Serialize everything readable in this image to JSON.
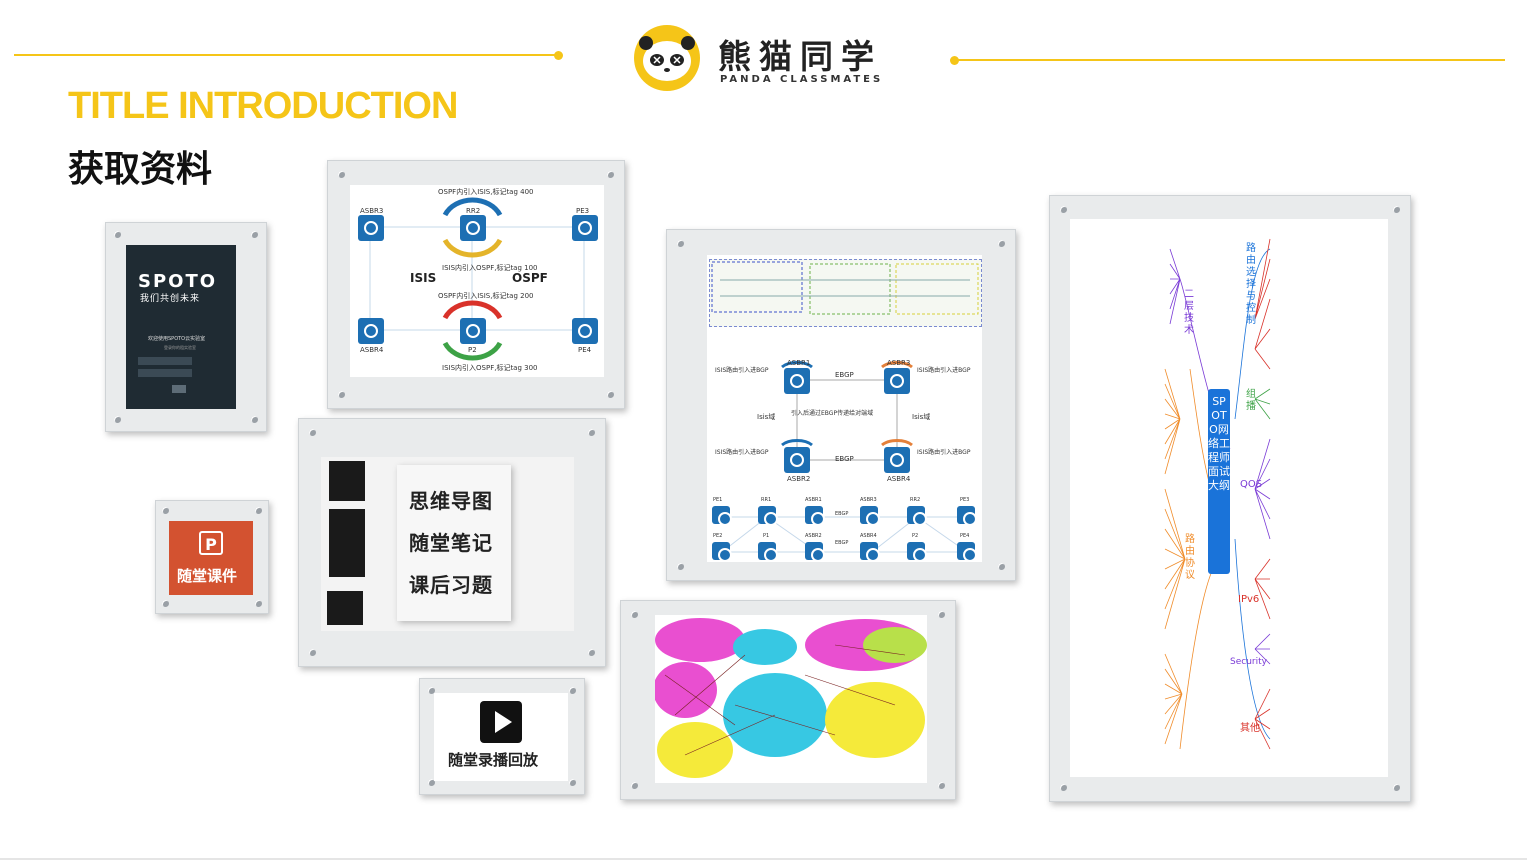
{
  "header": {
    "brand_cn": "熊猫同学",
    "brand_en": "PANDA CLASSMATES",
    "title_en": "TITLE INTRODUCTION",
    "title_cn": "获取资料"
  },
  "colors": {
    "accent": "#f5c518",
    "node_blue": "#1d6fb3",
    "ppt_orange": "#d35230",
    "mindmap_blue": "#1a73d9"
  },
  "spoto_panel": {
    "logo": "SPOTO",
    "slogan": "我们共创未来",
    "welcome": "欢迎使用SPOTO云实验室",
    "sub": "登录你的租实验室"
  },
  "topology1": {
    "top_caption": "OSPF内引入ISIS,标记tag 400",
    "mid_caption1": "ISIS内引入OSPF,标记tag 100",
    "mid_caption2": "OSPF内引入ISIS,标记tag 200",
    "bottom_caption": "ISIS内引入OSPF,标记tag 300",
    "isis": "ISIS",
    "ospf": "OSPF",
    "nodes": [
      "ASBR3",
      "RR2",
      "PE3",
      "ASBR4",
      "P2",
      "PE4"
    ]
  },
  "notes_panel": {
    "line1": "思维导图",
    "line2": "随堂笔记",
    "line3": "课后习题"
  },
  "ppt_panel": {
    "icon": "P",
    "label": "随堂课件"
  },
  "video_panel": {
    "label": "随堂录播回放"
  },
  "bgp_diagram": {
    "ebgp": "EBGP",
    "isis_domain": "Isis域",
    "mid_caption": "引入后通过EBGP传递给对端域",
    "left_note": "ISIS路由引入进BGP",
    "right_note": "ISIS路由引入进BGP",
    "asbr1": "ASBR1",
    "asbr3": "ASBR3",
    "asbr2": "ASBR2",
    "asbr4": "ASBR4",
    "row_top": [
      "PE1",
      "RR1",
      "ASBR1",
      "ASBR3",
      "RR2",
      "PE3"
    ],
    "row_bottom": [
      "PE2",
      "P1",
      "ASBR2",
      "ASBR4",
      "P2",
      "PE4"
    ]
  },
  "mindmap": {
    "center": "SPOTO网络工程师面试大纲",
    "branches": [
      "路由选择与控制",
      "二层技术",
      "组播",
      "QOS",
      "路由协议",
      "IPv6",
      "Security",
      "其他"
    ]
  }
}
